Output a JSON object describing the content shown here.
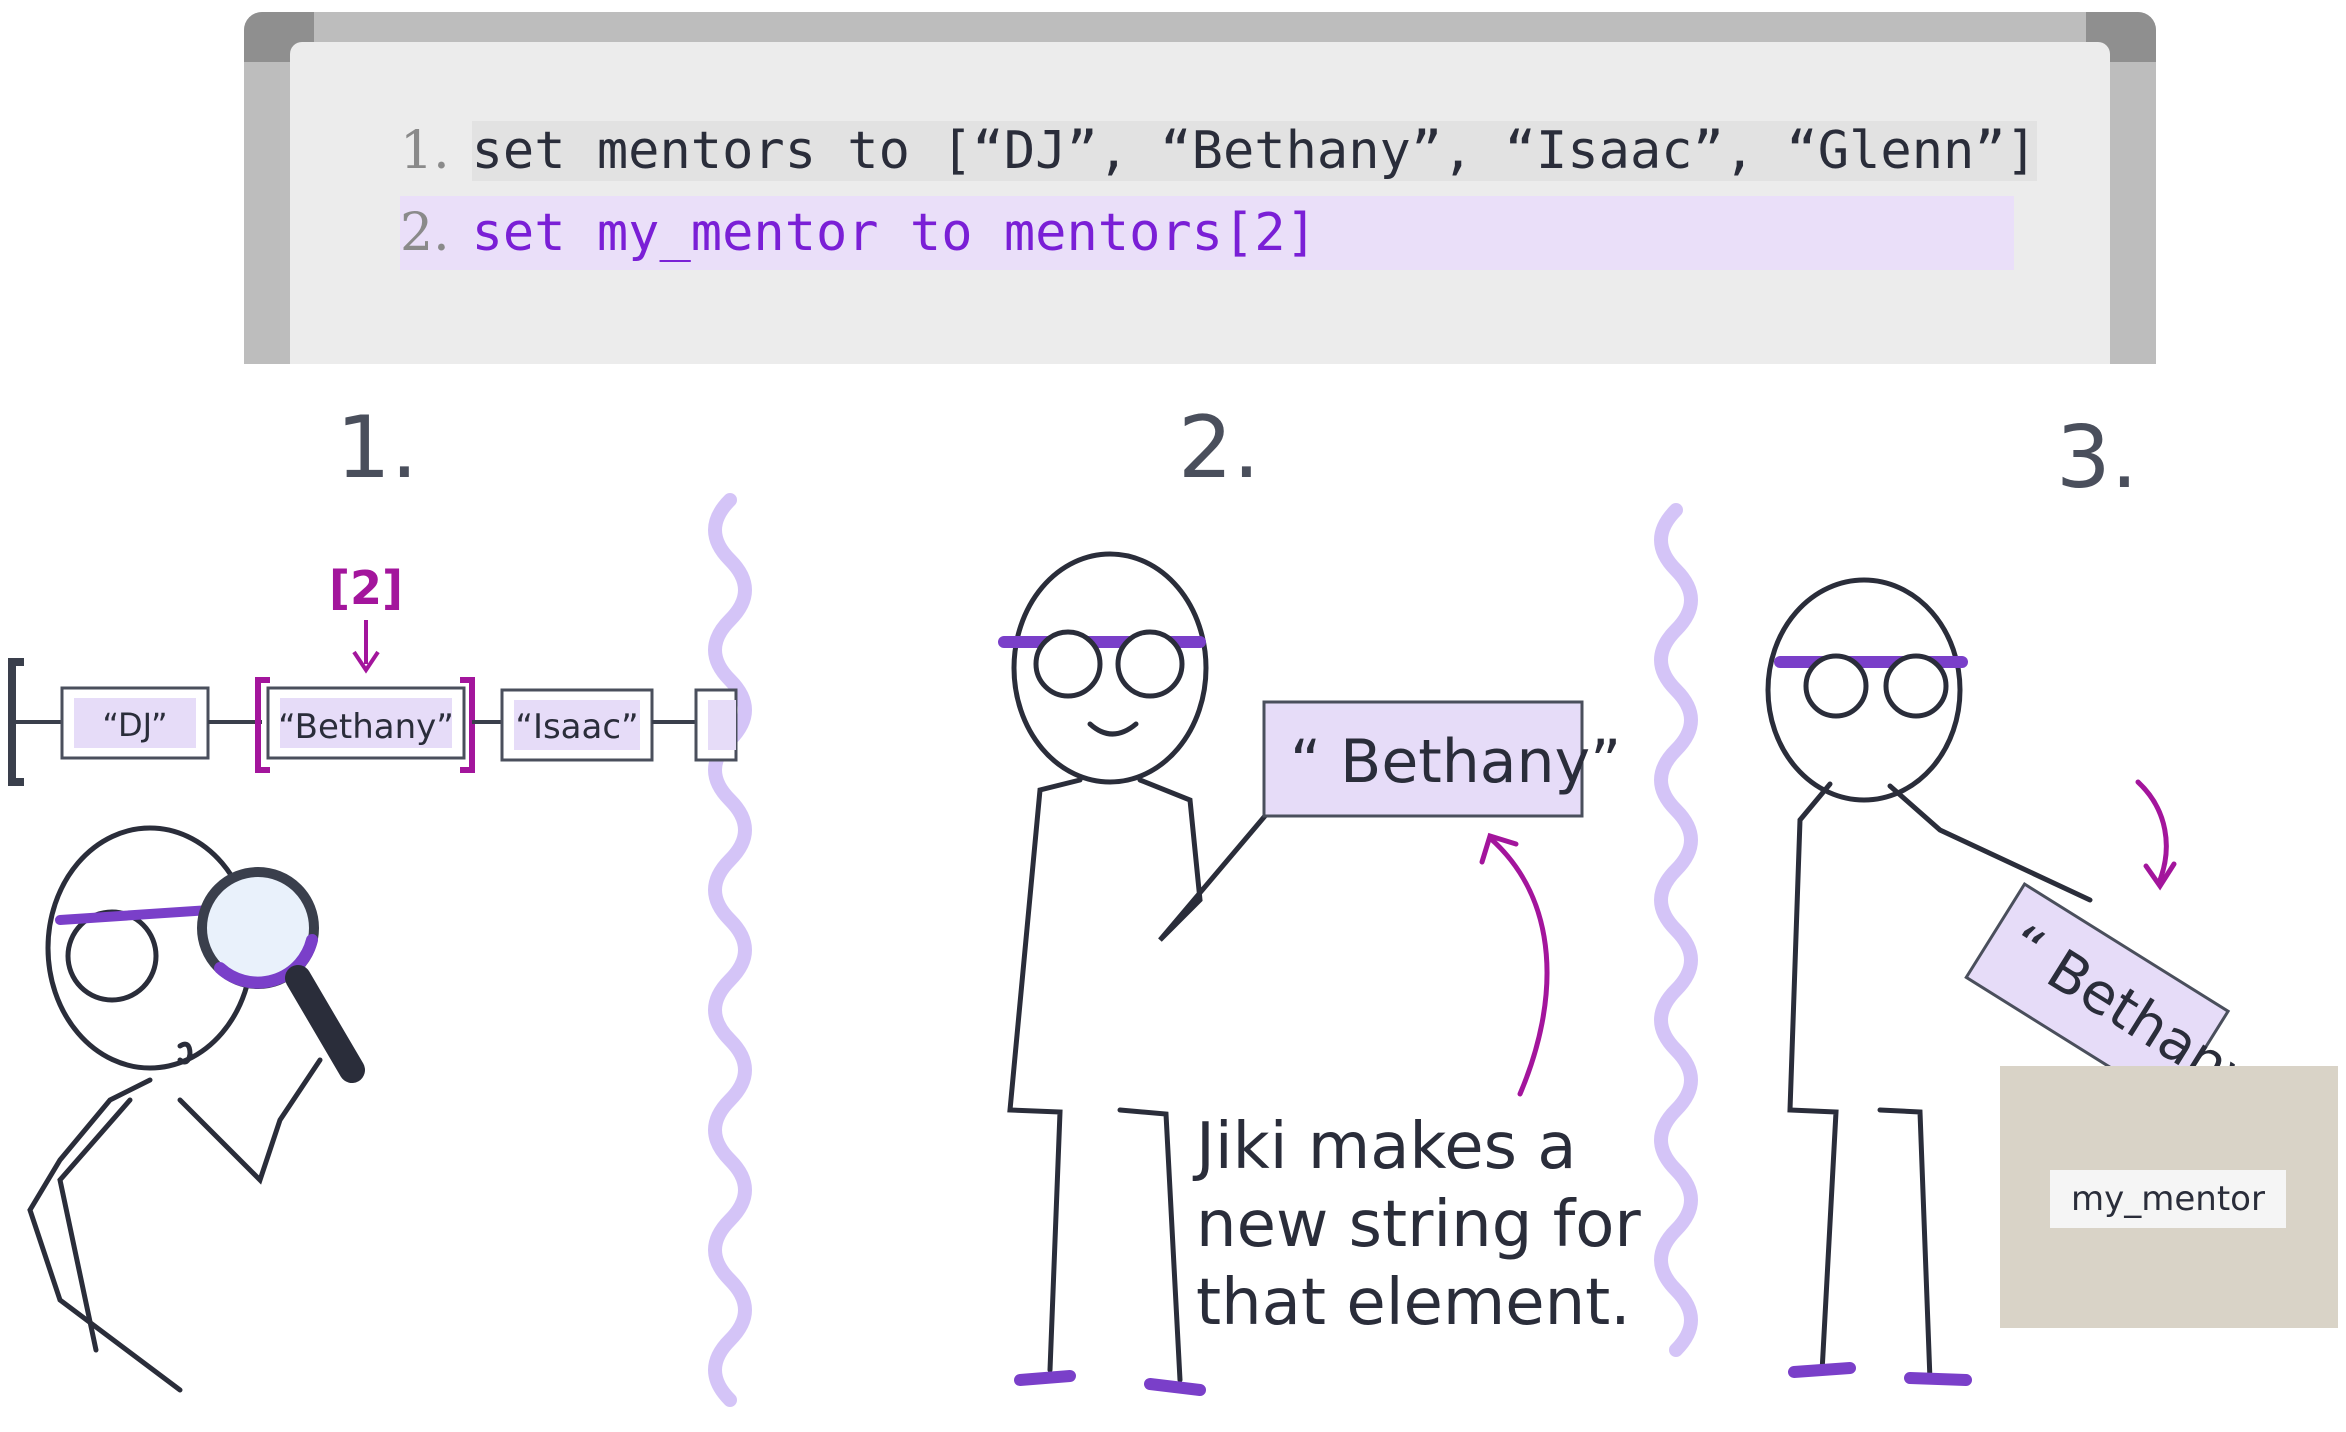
{
  "code": {
    "line1": {
      "number": "1.",
      "text": "set mentors to [“DJ”, “Bethany”, “Isaac”, “Glenn”]"
    },
    "line2": {
      "number": "2.",
      "text": "set my_mentor to mentors[2]"
    }
  },
  "steps": [
    "1.",
    "2.",
    "3."
  ],
  "panel1": {
    "index_label": "[2]",
    "list_items": [
      "“DJ”",
      "“Bethany”",
      "“Isaac”"
    ]
  },
  "panel2": {
    "string_card": "“ Bethany”",
    "caption": "Jiki makes a new string for that element."
  },
  "panel3": {
    "tilted_card": "“ Bethany",
    "variable_label": "my_mentor"
  },
  "colors": {
    "accent": "#a3159c",
    "highlight": "#eadff9",
    "card": "#e6dcf8",
    "box": "#d9d3c7",
    "ink": "#2a2d3a",
    "wavy": "#d4c4f7"
  }
}
